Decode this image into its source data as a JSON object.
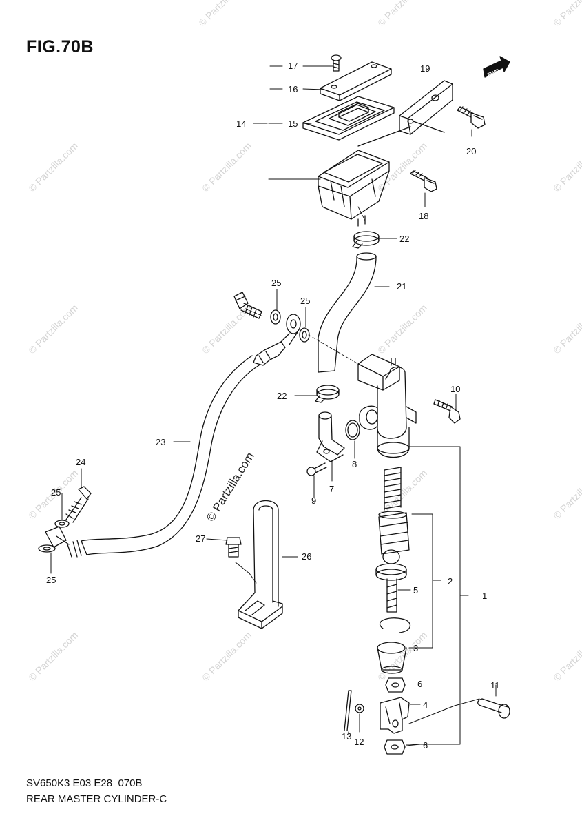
{
  "figure": {
    "title": "FIG.70B"
  },
  "footer": {
    "line1": "SV650K3 E03 E28_070B",
    "line2": "REAR MASTER CYLINDER-C"
  },
  "direction_tag": "FWD",
  "watermark": {
    "text": "© Partzilla.com"
  },
  "callouts": [
    {
      "id": "c17",
      "text": "17"
    },
    {
      "id": "c16",
      "text": "16"
    },
    {
      "id": "c19",
      "text": "19"
    },
    {
      "id": "c14",
      "text": "14"
    },
    {
      "id": "c15",
      "text": "15"
    },
    {
      "id": "c20",
      "text": "20"
    },
    {
      "id": "c18",
      "text": "18"
    },
    {
      "id": "c22a",
      "text": "22"
    },
    {
      "id": "c25a",
      "text": "25"
    },
    {
      "id": "c21",
      "text": "21"
    },
    {
      "id": "c25b",
      "text": "25"
    },
    {
      "id": "c22b",
      "text": "22"
    },
    {
      "id": "c10",
      "text": "10"
    },
    {
      "id": "c23",
      "text": "23"
    },
    {
      "id": "c8",
      "text": "8"
    },
    {
      "id": "c24",
      "text": "24"
    },
    {
      "id": "c7",
      "text": "7"
    },
    {
      "id": "c9",
      "text": "9"
    },
    {
      "id": "c25c",
      "text": "25"
    },
    {
      "id": "c27",
      "text": "27"
    },
    {
      "id": "c26",
      "text": "26"
    },
    {
      "id": "c2",
      "text": "2"
    },
    {
      "id": "c5",
      "text": "5"
    },
    {
      "id": "c1",
      "text": "1"
    },
    {
      "id": "c25d",
      "text": "25"
    },
    {
      "id": "c3",
      "text": "3"
    },
    {
      "id": "c6a",
      "text": "6"
    },
    {
      "id": "c11",
      "text": "11"
    },
    {
      "id": "c4",
      "text": "4"
    },
    {
      "id": "c13",
      "text": "13"
    },
    {
      "id": "c12",
      "text": "12"
    },
    {
      "id": "c6b",
      "text": "6"
    }
  ]
}
